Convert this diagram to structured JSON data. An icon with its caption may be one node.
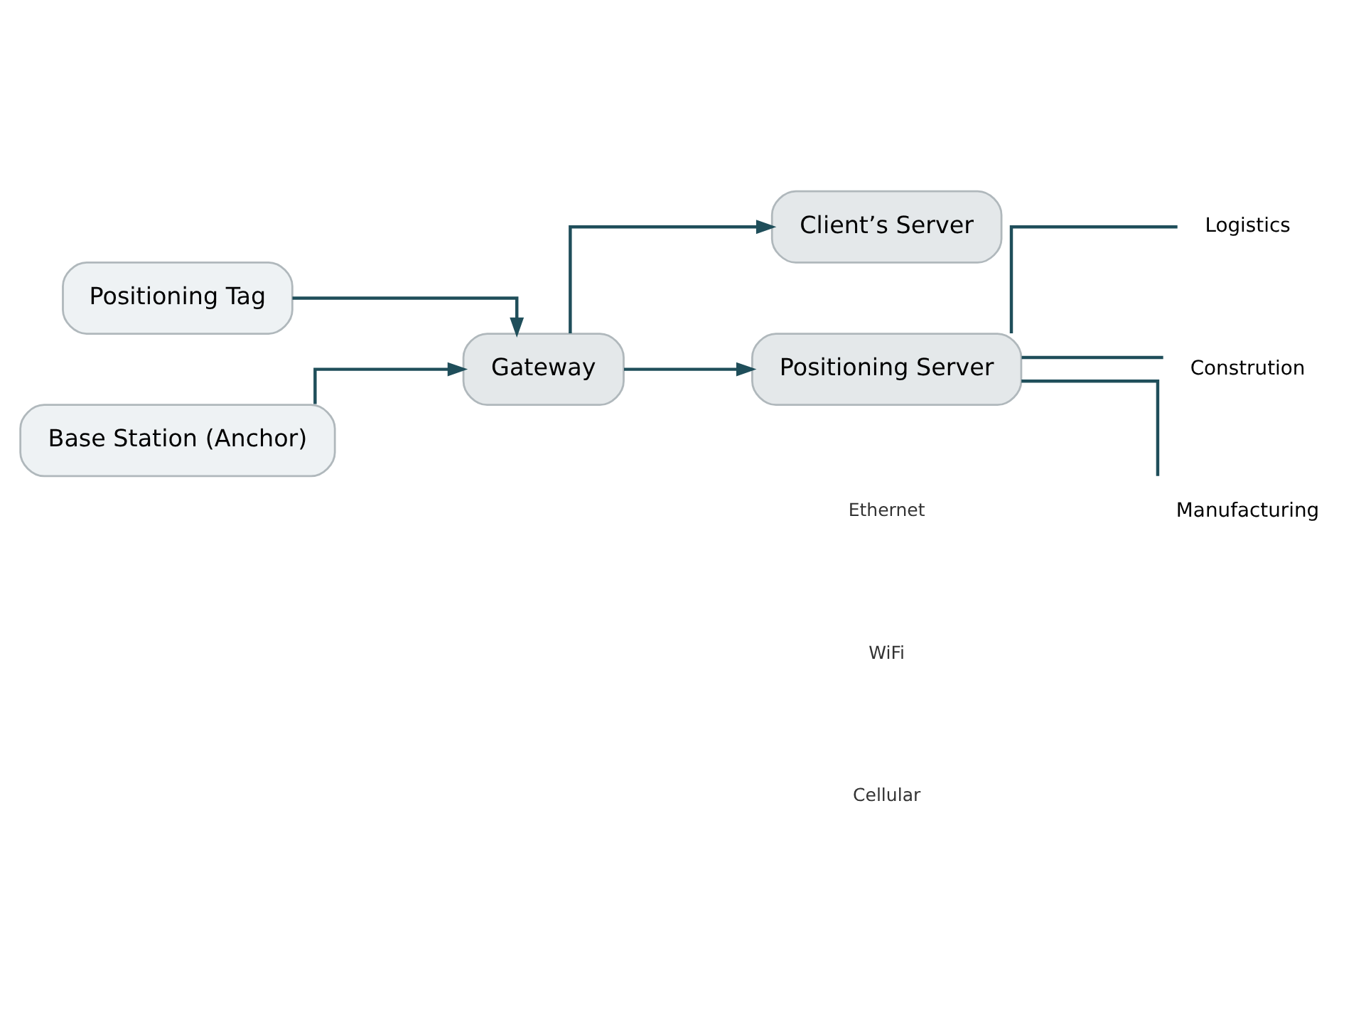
{
  "diagram": {
    "nodes": [
      {
        "text": [
          "Positioning Tag"
        ]
      },
      {
        "text": [
          "Base Station (Anchor)"
        ]
      },
      {
        "text": [
          "Gateway"
        ]
      },
      {
        "text": [
          "Client’s Server"
        ]
      },
      {
        "text": [
          "Positioning Server"
        ]
      },
      {
        "text": [
          "Logistics"
        ]
      },
      {
        "text": [
          "Constrution"
        ]
      },
      {
        "text": [
          "Manufacturing"
        ]
      }
    ],
    "edges": [
      {
        "from": 0,
        "to": 2,
        "arrow": "to"
      },
      {
        "from": 1,
        "to": 2,
        "arrow": "to"
      },
      {
        "from": 2,
        "to": 3,
        "arrow": "to"
      },
      {
        "from": 2,
        "to": 4,
        "arrow": "to"
      },
      {
        "from": 4,
        "to": 5,
        "arrow": "none"
      },
      {
        "from": 4,
        "to": 6,
        "arrow": "none"
      },
      {
        "from": 4,
        "to": 7,
        "arrow": "none"
      }
    ],
    "labels": [
      "Ethernet",
      "WiFi",
      "Cellular"
    ]
  }
}
